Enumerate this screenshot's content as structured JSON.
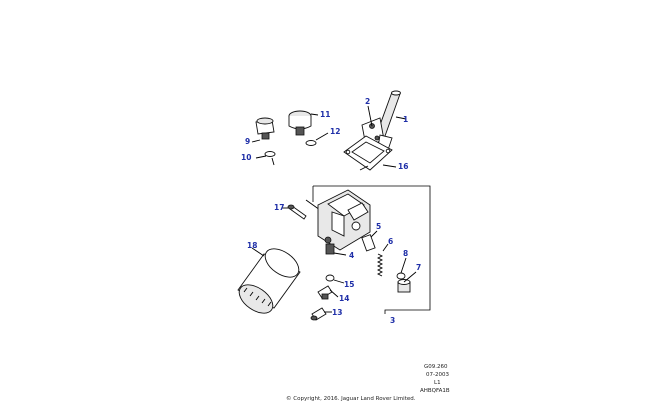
{
  "callouts": [
    {
      "id": "1",
      "text": "1"
    },
    {
      "id": "2",
      "text": "2"
    },
    {
      "id": "3",
      "text": "3"
    },
    {
      "id": "4",
      "text": "4"
    },
    {
      "id": "5",
      "text": "5"
    },
    {
      "id": "6",
      "text": "6"
    },
    {
      "id": "7",
      "text": "7"
    },
    {
      "id": "8",
      "text": "8"
    },
    {
      "id": "9",
      "text": "9"
    },
    {
      "id": "10",
      "text": "10"
    },
    {
      "id": "11",
      "text": "11"
    },
    {
      "id": "12",
      "text": "12"
    },
    {
      "id": "13",
      "text": "13"
    },
    {
      "id": "14",
      "text": "14"
    },
    {
      "id": "15",
      "text": "15"
    },
    {
      "id": "16",
      "text": "16"
    },
    {
      "id": "17",
      "text": "17"
    },
    {
      "id": "18",
      "text": "18"
    }
  ],
  "reference": {
    "group_code": "G09.260",
    "date": "07-2003",
    "level": "L1",
    "image_code": "AHBQFA1B",
    "copyright": "© Copyright, 2016. Jaguar Land Rover Limited."
  },
  "colors": {
    "callout": "#1f2fa8",
    "line": "#111111",
    "background": "#ffffff"
  }
}
